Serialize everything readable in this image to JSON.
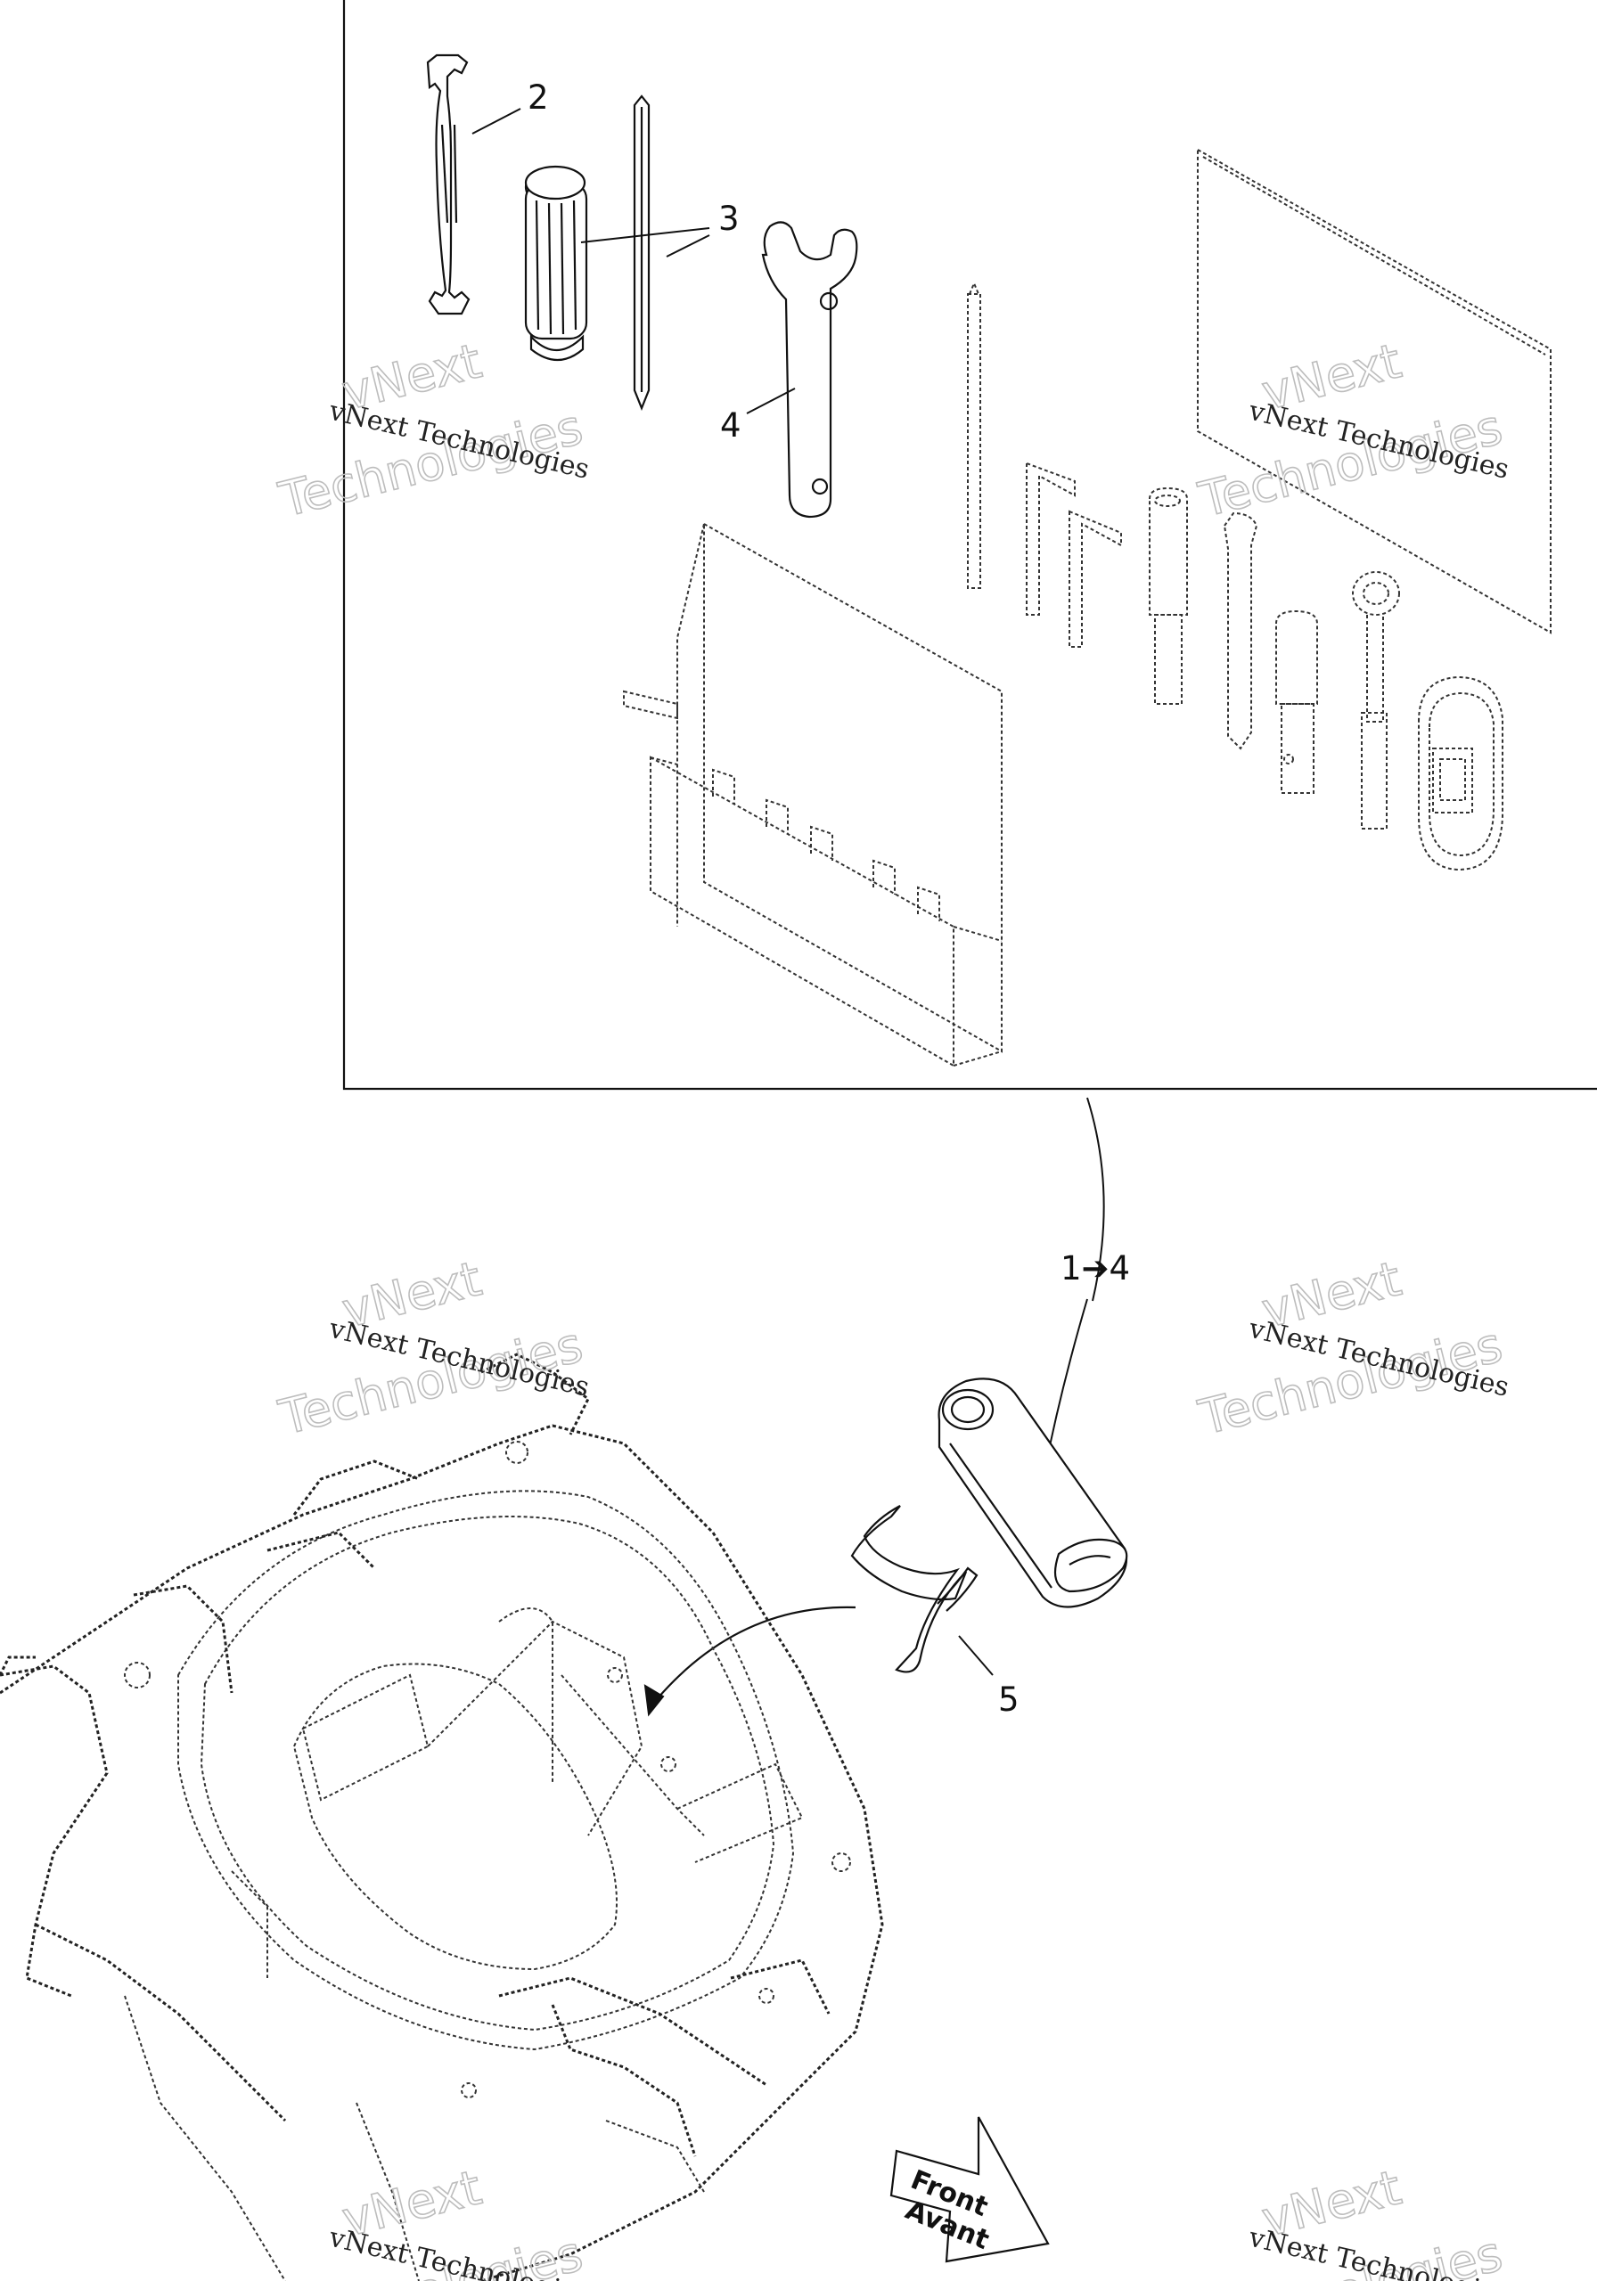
{
  "callouts": {
    "c2": "2",
    "c3": "3",
    "c4": "4",
    "c1to4": "1➔4",
    "c5": "5"
  },
  "direction_arrow": {
    "line1": "Front",
    "line2": "Avant"
  },
  "watermark": {
    "company": "vNext Technologies",
    "big_line1": "vNext",
    "big_line2": "Technologies"
  },
  "colors": {
    "line": "#111111",
    "watermark_outline": "#bdbdbd"
  }
}
